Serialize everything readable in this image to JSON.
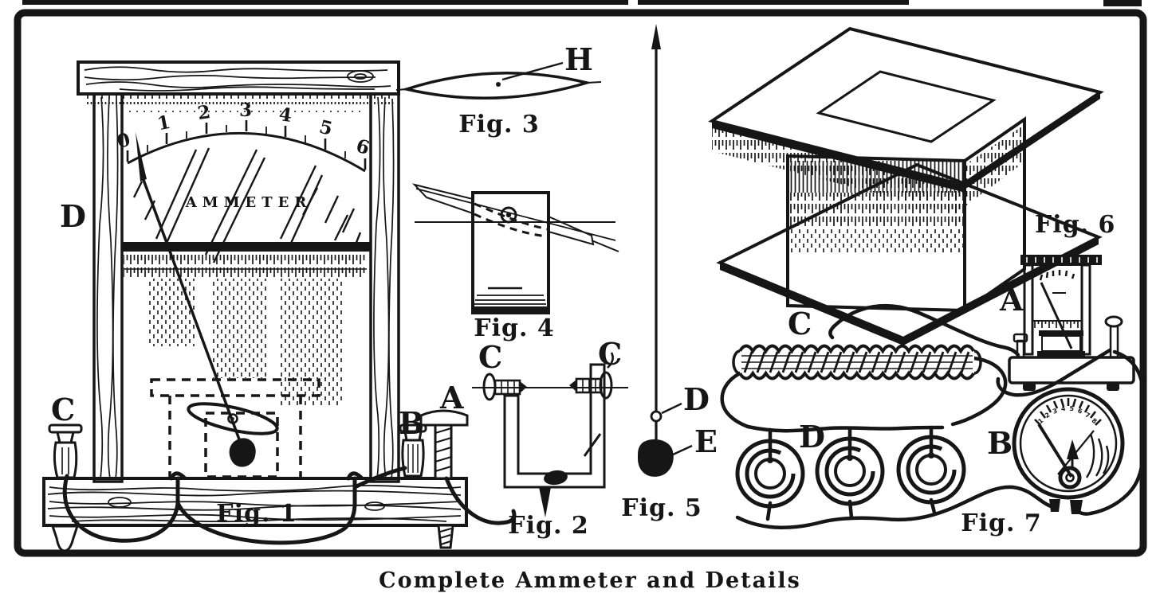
{
  "page": {
    "caption": "Complete Ammeter and Details",
    "ink_color": "#161616",
    "paper_color": "#ffffff"
  },
  "fig1": {
    "label": "Fig. 1",
    "meter_text": "AMMETER",
    "scale_labels": [
      "0",
      "1",
      "2",
      "3",
      "4",
      "5",
      "6"
    ],
    "callouts": {
      "d": "D",
      "c": "C",
      "b": "B",
      "a": "A"
    }
  },
  "fig2": {
    "label": "Fig. 2",
    "callouts": {
      "c_left": "C",
      "c_right": "C"
    }
  },
  "fig3": {
    "label": "Fig. 3",
    "callouts": {
      "h": "H"
    }
  },
  "fig4": {
    "label": "Fig. 4"
  },
  "fig5": {
    "label": "Fig. 5",
    "callouts": {
      "d": "D",
      "e": "E"
    }
  },
  "fig6": {
    "label": "Fig. 6"
  },
  "fig7": {
    "label": "Fig. 7",
    "callouts": {
      "a": "A",
      "b": "B",
      "c": "C",
      "d": "D"
    },
    "meter_b_scale": [
      "1",
      "2",
      "3",
      "4",
      "5",
      "6",
      "7",
      "8"
    ]
  }
}
